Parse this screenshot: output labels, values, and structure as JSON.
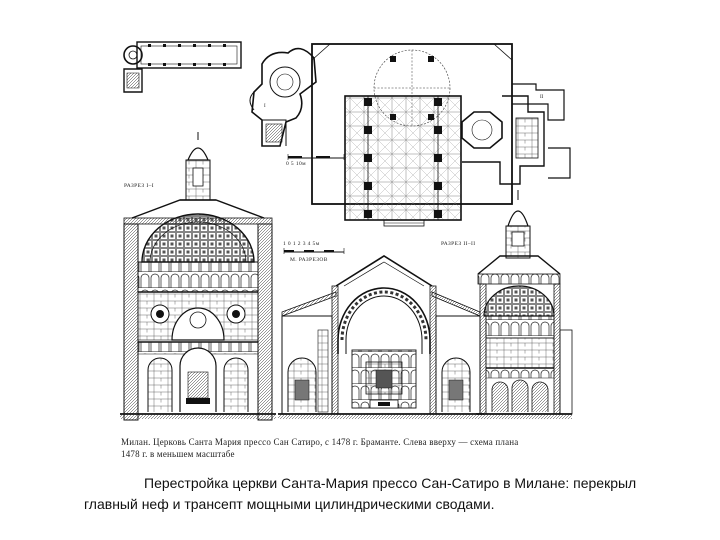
{
  "labels": {
    "section_1": "РАЗРЕЗ I–I",
    "section_2": "РАЗРЕЗ II–II",
    "plan_scale": "0  5  10м",
    "section_scale_ticks": "1  0  1  2  3  4  5м",
    "section_scale": "М. РАЗРЕЗОВ"
  },
  "caption": {
    "line1": "Милан. Церковь Санта Мария прессо Сан Сатиро, с 1478 г. Браманте. Слева вверху — схема плана",
    "line2": "1478 г. в меньшем масштабе"
  },
  "description": "Перестройка церкви Санта-Мария прессо Сан-Сатиро в Милане: перекрыл главный неф и трансепт мощными цилиндрическими сводами."
}
